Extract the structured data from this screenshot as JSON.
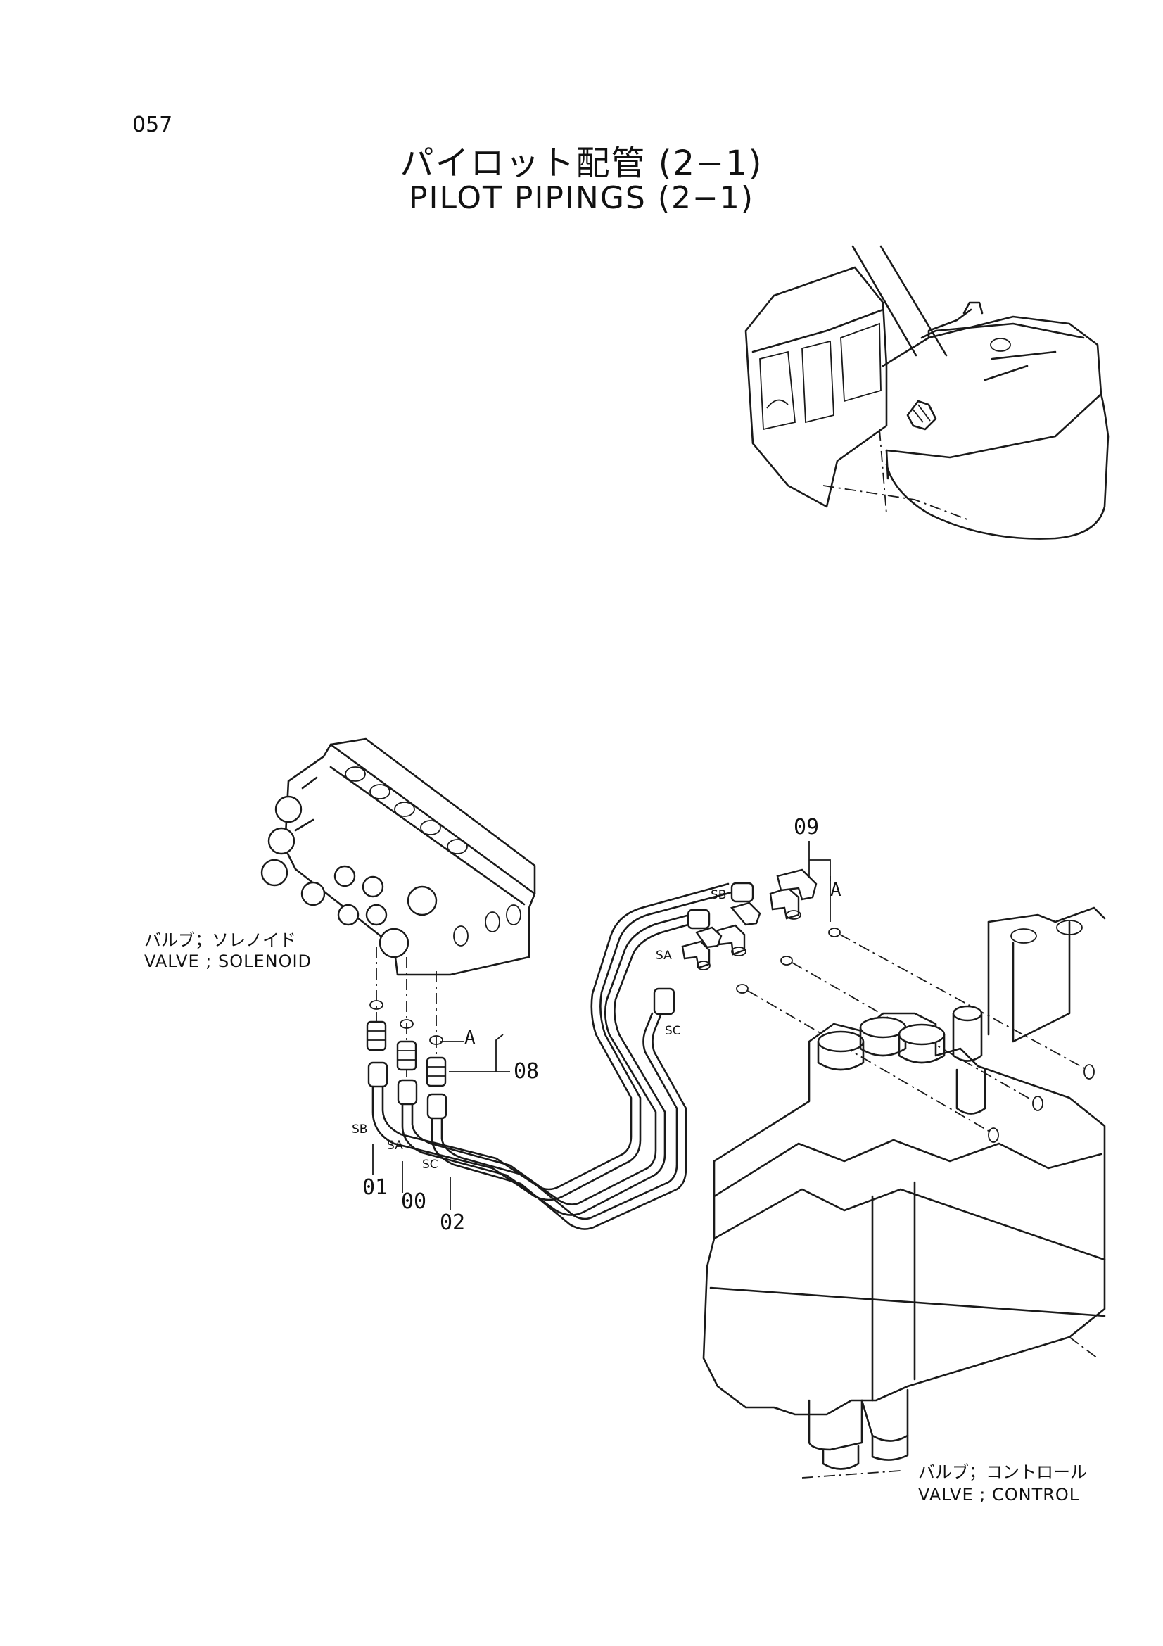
{
  "page_number": "057",
  "title_jp": "パイロット配管 (2−1)",
  "title_en": "PILOT PIPINGS (2−1)",
  "labels": {
    "solenoid_valve_jp": "バルブ；ソレノイド",
    "solenoid_valve_en": "VALVE ; SOLENOID",
    "control_valve_jp": "バルブ；コントロール",
    "control_valve_en": "VALVE ; CONTROL"
  },
  "part_numbers": {
    "p09": "09",
    "p08": "08",
    "p01": "01",
    "p00": "00",
    "p02": "02"
  },
  "markers": {
    "a_left": "A",
    "a_right": "A"
  },
  "ports": {
    "sb_left": "SB",
    "sa_left": "SA",
    "sc_left": "SC",
    "sb_right": "SB",
    "sa_right": "SA",
    "sc_right": "SC"
  }
}
